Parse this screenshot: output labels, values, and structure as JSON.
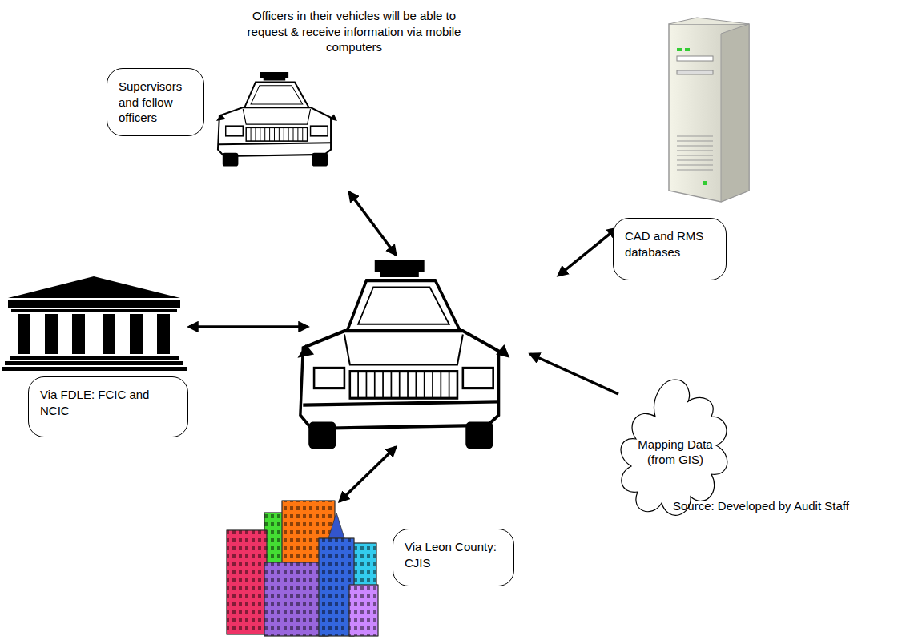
{
  "diagram": {
    "title": "Officers in their vehicles will be able to request & receive information via mobile computers",
    "caption": "Source: Developed by Audit Staff",
    "nodes": [
      {
        "text": [
          "Supervisors and fellow officers"
        ]
      },
      {
        "text": [
          "CAD and RMS databases"
        ]
      },
      {
        "text": [
          "Via FDLE: FCIC and NCIC"
        ]
      },
      {
        "text": [
          "Mapping Data (from GIS)"
        ]
      },
      {
        "text": [
          "Via Leon County: CJIS"
        ]
      }
    ]
  }
}
